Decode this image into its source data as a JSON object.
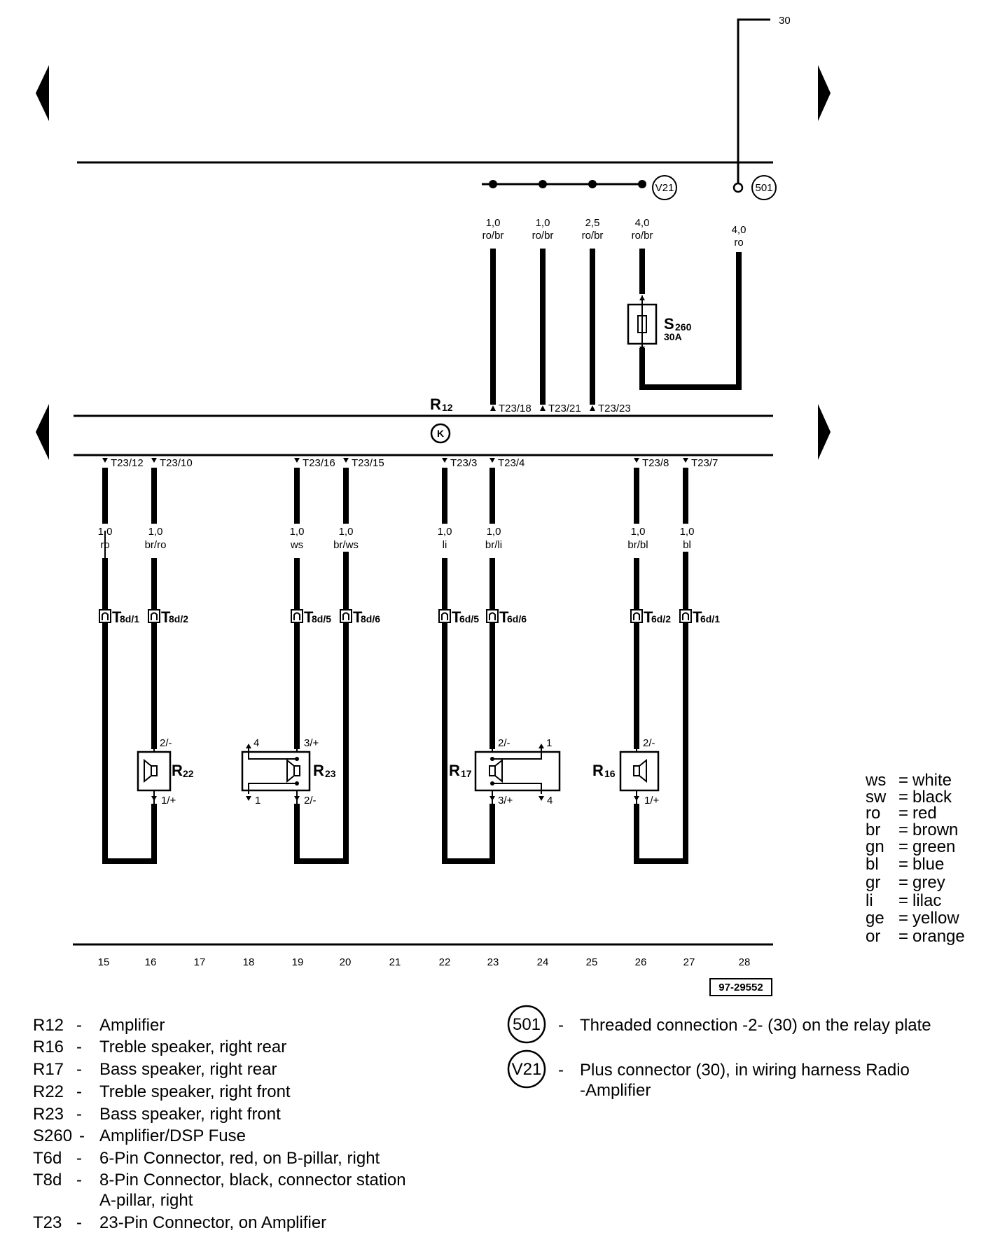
{
  "supply": {
    "terminal": "30"
  },
  "connectors": {
    "v21": "V21",
    "c501": "501"
  },
  "supply_wires": [
    {
      "size": "1,0",
      "color": "ro/br",
      "pin": "T23/18"
    },
    {
      "size": "1,0",
      "color": "ro/br",
      "pin": "T23/21"
    },
    {
      "size": "2,5",
      "color": "ro/br",
      "pin": "T23/23"
    },
    {
      "size": "4,0",
      "color": "ro/br"
    },
    {
      "size": "4,0",
      "color": "ro"
    }
  ],
  "fuse": {
    "name": "S",
    "sub": "260",
    "rating": "30A"
  },
  "amplifier": {
    "name": "R",
    "sub": "12",
    "symbol": "K"
  },
  "speaker_wires": [
    {
      "pin": "T23/12",
      "size": "1,0",
      "color": "ro",
      "conn": "T",
      "conn_sub": "8d/1"
    },
    {
      "pin": "T23/10",
      "size": "1,0",
      "color": "br/ro",
      "conn": "T",
      "conn_sub": "8d/2"
    },
    {
      "pin": "T23/16",
      "size": "1,0",
      "color": "ws",
      "conn": "T",
      "conn_sub": "8d/5"
    },
    {
      "pin": "T23/15",
      "size": "1,0",
      "color": "br/ws",
      "conn": "T",
      "conn_sub": "8d/6"
    },
    {
      "pin": "T23/3",
      "size": "1,0",
      "color": "li",
      "conn": "T",
      "conn_sub": "6d/5"
    },
    {
      "pin": "T23/4",
      "size": "1,0",
      "color": "br/li",
      "conn": "T",
      "conn_sub": "6d/6"
    },
    {
      "pin": "T23/8",
      "size": "1,0",
      "color": "br/bl",
      "conn": "T",
      "conn_sub": "6d/2"
    },
    {
      "pin": "T23/7",
      "size": "1,0",
      "color": "bl",
      "conn": "T",
      "conn_sub": "6d/1"
    }
  ],
  "speakers": {
    "r22": {
      "name": "R",
      "sub": "22",
      "pin_top": "2/-",
      "pin_bottom": "1/+"
    },
    "r23": {
      "name": "R",
      "sub": "23",
      "pin_tl": "4",
      "pin_tr": "3/+",
      "pin_bl": "1",
      "pin_br": "2/-"
    },
    "r17": {
      "name": "R",
      "sub": "17",
      "pin_tl": "2/-",
      "pin_tr": "1",
      "pin_bl": "3/+",
      "pin_br": "4"
    },
    "r16": {
      "name": "R",
      "sub": "16",
      "pin_top": "2/-",
      "pin_bottom": "1/+"
    }
  },
  "current_tracks": [
    "15",
    "16",
    "17",
    "18",
    "19",
    "20",
    "21",
    "22",
    "23",
    "24",
    "25",
    "26",
    "27",
    "28"
  ],
  "figure_id": "97-29552",
  "color_codes": [
    {
      "code": "ws",
      "eq": "=",
      "name": "white"
    },
    {
      "code": "sw",
      "eq": "=",
      "name": "black"
    },
    {
      "code": "ro",
      "eq": "=",
      "name": "red"
    },
    {
      "code": "br",
      "eq": "=",
      "name": "brown"
    },
    {
      "code": "gn",
      "eq": "=",
      "name": "green"
    },
    {
      "code": "bl",
      "eq": "=",
      "name": "blue"
    },
    {
      "code": "gr",
      "eq": "=",
      "name": "grey"
    },
    {
      "code": "li",
      "eq": "=",
      "name": "lilac"
    },
    {
      "code": "ge",
      "eq": "=",
      "name": "yellow"
    },
    {
      "code": "or",
      "eq": "=",
      "name": "orange"
    }
  ],
  "legend_left": [
    {
      "code": "R12",
      "dash": "-",
      "desc": [
        "Amplifier"
      ]
    },
    {
      "code": "R16",
      "dash": "-",
      "desc": [
        "Treble speaker, right rear"
      ]
    },
    {
      "code": "R17",
      "dash": "-",
      "desc": [
        "Bass speaker, right rear"
      ]
    },
    {
      "code": "R22",
      "dash": "-",
      "desc": [
        "Treble speaker, right front"
      ]
    },
    {
      "code": "R23",
      "dash": "-",
      "desc": [
        "Bass speaker, right front"
      ]
    },
    {
      "code": "S260",
      "dash": "-",
      "desc": [
        "Amplifier/DSP Fuse"
      ]
    },
    {
      "code": "T6d",
      "dash": "-",
      "desc": [
        "6-Pin Connector, red, on B-pillar, right"
      ]
    },
    {
      "code": "T8d",
      "dash": "-",
      "desc": [
        "8-Pin Connector, black, connector station",
        "A-pillar, right"
      ]
    },
    {
      "code": "T23",
      "dash": "-",
      "desc": [
        "23-Pin Connector, on Amplifier"
      ]
    }
  ],
  "legend_right": [
    {
      "code": "501",
      "dash": "-",
      "desc": [
        "Threaded connection -2- (30) on the relay plate"
      ]
    },
    {
      "code": "V21",
      "dash": "-",
      "desc": [
        "Plus connector (30), in wiring harness Radio",
        "-Amplifier"
      ]
    }
  ]
}
